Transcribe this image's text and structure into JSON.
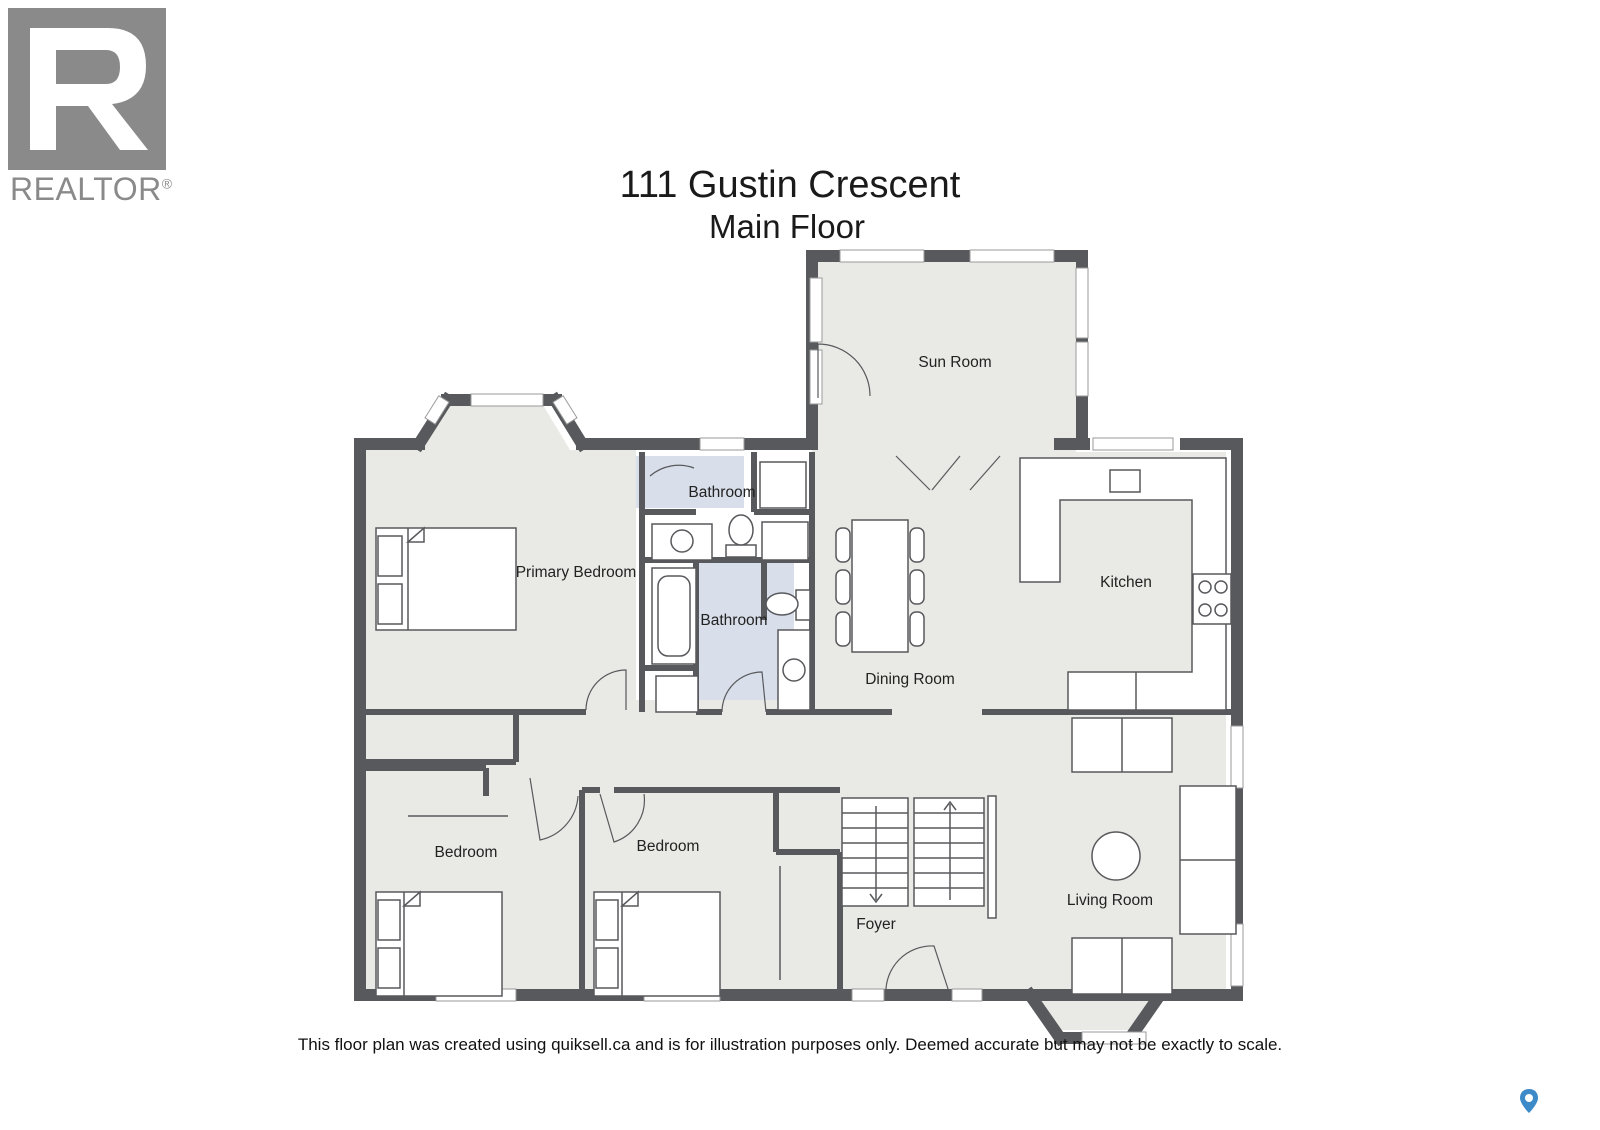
{
  "logo": {
    "letter": "R",
    "word": "REALTOR",
    "mark": "®"
  },
  "header": {
    "title": "111 Gustin Crescent",
    "subtitle": "Main Floor"
  },
  "rooms": {
    "sun_room": "Sun Room",
    "bathroom_upper": "Bathroom",
    "bathroom_lower": "Bathroom",
    "primary_bedroom": "Primary Bedroom",
    "kitchen": "Kitchen",
    "dining_room": "Dining Room",
    "bedroom_left": "Bedroom",
    "bedroom_middle": "Bedroom",
    "foyer": "Foyer",
    "living_room": "Living Room"
  },
  "footer": {
    "disclaimer": "This floor plan was created using quiksell.ca and is for illustration purposes only. Deemed accurate but may not be exactly to scale."
  },
  "colors": {
    "wall": "#58595c",
    "floor": "#e9eae5",
    "bath_floor": "#d9dfea",
    "logo_gray": "#8a8a8a",
    "pin_blue": "#3d8ac9"
  },
  "icons": {
    "pin": "location-pin-icon"
  }
}
